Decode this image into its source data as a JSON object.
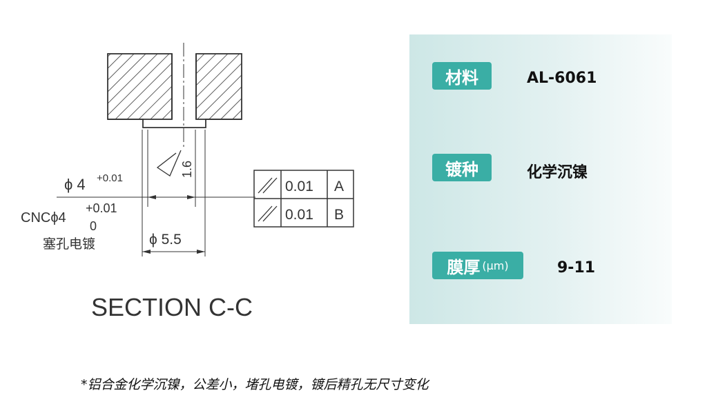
{
  "drawing": {
    "section_title": "SECTION C-C",
    "roughness": "1.6",
    "top_diameter": {
      "label": "ϕ 4",
      "tol": "+0.01"
    },
    "cnc_callout": {
      "label": "CNCϕ4",
      "tol_upper": "+0.01",
      "tol_lower": "0",
      "note": "塞孔电镀"
    },
    "counterbore_diameter": "ϕ 5.5",
    "tolerance_frames": [
      {
        "value": "0.01",
        "datum": "A"
      },
      {
        "value": "0.01",
        "datum": "B"
      }
    ]
  },
  "specs": [
    {
      "label": "材料",
      "unit": "",
      "value": "AL-6061"
    },
    {
      "label": "镀种",
      "unit": "",
      "value": "化学沉镍"
    },
    {
      "label": "膜厚",
      "unit": "(μm)",
      "value": "9-11"
    }
  ],
  "colors": {
    "accent": "#3aaea5",
    "panel": "#d6ecec"
  },
  "footnote": "*铝合金化学沉镍，公差小，堵孔电镀，镀后精孔无尺寸变化"
}
